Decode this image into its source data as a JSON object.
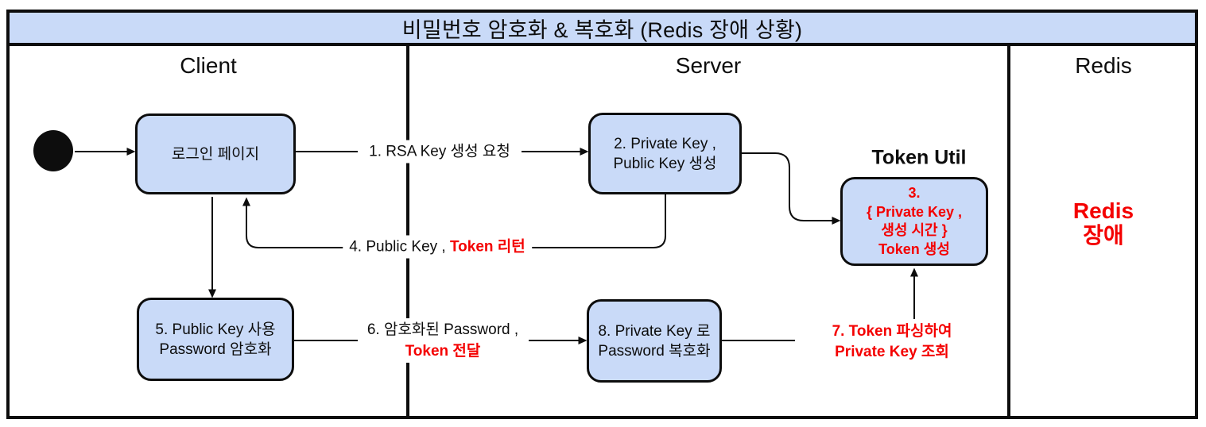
{
  "colors": {
    "background": "#ffffff",
    "ink": "#0d0d0d",
    "node_fill": "#c9daf8",
    "red": "#f40000"
  },
  "diagram": {
    "title": "비밀번호 암호화 & 복호화 (Redis 장애 상황)",
    "columns": {
      "client": "Client",
      "server": "Server",
      "redis": "Redis"
    },
    "nodes": {
      "login": {
        "line1": "로그인 페이지"
      },
      "keygen": {
        "line1": "2. Private Key ,",
        "line2": "Public Key 생성"
      },
      "token_create": {
        "line1": "3.",
        "line2": "{ Private Key ,",
        "line3": "생성 시간 }",
        "line4": "Token 생성"
      },
      "encrypt": {
        "line1": "5. Public Key 사용",
        "line2": "Password 암호화"
      },
      "decrypt": {
        "line1": "8. Private Key 로",
        "line2": "Password 복호화"
      }
    },
    "annotations": {
      "token_util": "Token Util",
      "redis_failure_line1": "Redis",
      "redis_failure_line2": "장애"
    },
    "edges": {
      "rsa_request": "1. RSA Key 생성 요청",
      "public_key_return": "4. Public Key , ",
      "public_key_return_red": "Token 리턴",
      "encrypted_password": "6. 암호화된 Password ,",
      "encrypted_password_red": "Token 전달",
      "token_parse_line1": "7. Token 파싱하여",
      "token_parse_line2": "Private Key 조회"
    }
  }
}
